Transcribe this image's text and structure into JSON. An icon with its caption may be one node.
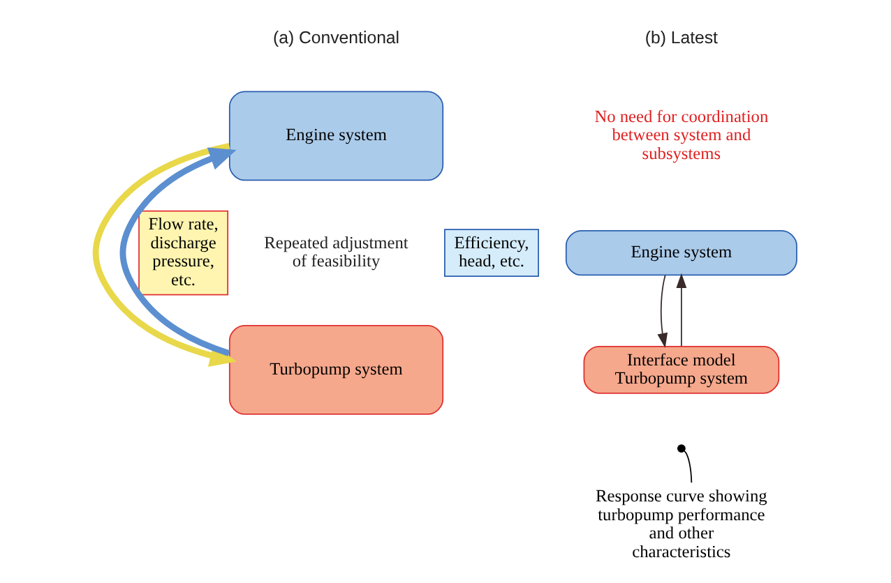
{
  "diagram": {
    "nodes": [
      {
        "text": [
          "Engine system"
        ]
      },
      {
        "text": [
          "Turbopump system"
        ]
      },
      {
        "text": [
          "Flow rate, discharge pressure, etc."
        ]
      },
      {
        "text": [
          "Efficiency, head, etc."
        ]
      },
      {
        "text": [
          "Engine system"
        ]
      },
      {
        "text": [
          "Interface model",
          "Turbopump system"
        ]
      },
      {
        "text": [],
        "shape": "circle"
      },
      {
        "text": [
          "Response curve showing turbopump performance and other characteristics"
        ]
      }
    ],
    "edges": [
      {
        "from": 0,
        "to": 1,
        "arrow": "to",
        "style": "thick",
        "color": "#e8d84a"
      },
      {
        "from": 1,
        "to": 0,
        "arrow": "to",
        "style": "thick",
        "color": "#5b8fd0"
      },
      {
        "from": 4,
        "to": 5,
        "arrow": "to",
        "color": "#3a2a2a"
      },
      {
        "from": 5,
        "to": 4,
        "arrow": "to",
        "color": "#3a2a2a"
      },
      {
        "from": 7,
        "to": 6,
        "arrow": "none"
      }
    ],
    "labels": [
      "(a) Conventional",
      "(b) Latest",
      "No need for coordination between system and subsystems",
      "Repeated adjustment of feasibility"
    ]
  }
}
